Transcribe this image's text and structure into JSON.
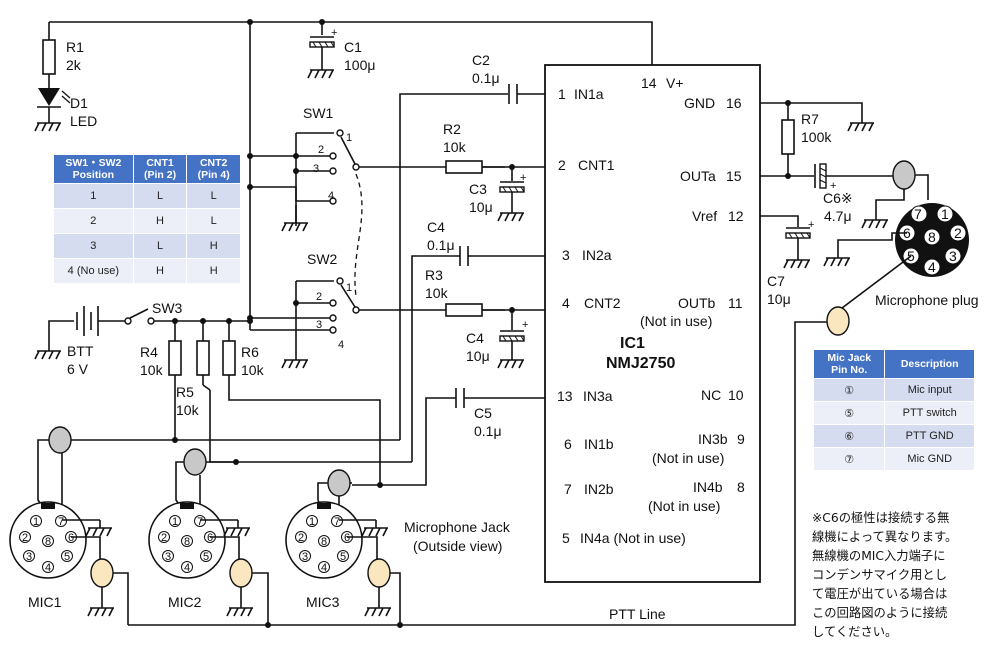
{
  "components": {
    "r1": {
      "name": "R1",
      "value": "2k"
    },
    "d1": {
      "name": "D1",
      "value": "LED"
    },
    "c1": {
      "name": "C1",
      "value": "100μ"
    },
    "c2": {
      "name": "C2",
      "value": "0.1μ"
    },
    "r2": {
      "name": "R2",
      "value": "10k"
    },
    "c3": {
      "name": "C3",
      "value": "10μ"
    },
    "c4a": {
      "name": "C4",
      "value": "0.1μ"
    },
    "r3": {
      "name": "R3",
      "value": "10k"
    },
    "c4b": {
      "name": "C4",
      "value": "10μ"
    },
    "c5": {
      "name": "C5",
      "value": "0.1μ"
    },
    "r4": {
      "name": "R4",
      "value": "10k"
    },
    "r5": {
      "name": "R5",
      "value": "10k"
    },
    "r6": {
      "name": "R6",
      "value": "10k"
    },
    "r7": {
      "name": "R7",
      "value": "100k"
    },
    "c6": {
      "name": "C6※",
      "value": "4.7μ"
    },
    "c7": {
      "name": "C7",
      "value": "10μ"
    },
    "btt": {
      "name": "BTT",
      "value": "6 V"
    },
    "sw1": "SW1",
    "sw2": "SW2",
    "sw3": "SW3"
  },
  "switch_positions": [
    "1",
    "2",
    "3",
    "4"
  ],
  "polarity_plus": "+",
  "ic": {
    "name": "IC1",
    "part": "NMJ2750",
    "pins_left": [
      {
        "num": "1",
        "name": "IN1a"
      },
      {
        "num": "2",
        "name": "CNT1"
      },
      {
        "num": "3",
        "name": "IN2a"
      },
      {
        "num": "4",
        "name": "CNT2"
      },
      {
        "num": "13",
        "name": "IN3a"
      },
      {
        "num": "6",
        "name": "IN1b"
      },
      {
        "num": "7",
        "name": "IN2b"
      },
      {
        "num": "5",
        "name": "IN4a (Not in use)"
      }
    ],
    "pins_right": [
      {
        "num": "14",
        "name": "V+"
      },
      {
        "num": "16",
        "name": "GND"
      },
      {
        "num": "15",
        "name": "OUTa"
      },
      {
        "num": "12",
        "name": "Vref"
      },
      {
        "num": "11",
        "name": "OUTb"
      },
      {
        "num": "10",
        "name": "NC"
      },
      {
        "num": "9",
        "name": "IN3b"
      },
      {
        "num": "8",
        "name": "IN4b"
      }
    ],
    "not_in_use": "(Not in use)"
  },
  "mics": {
    "mic1": "MIC1",
    "mic2": "MIC2",
    "mic3": "MIC3"
  },
  "jack_label": {
    "line1": "Microphone Jack",
    "line2": "(Outside view)"
  },
  "plug_label": "Microphone plug",
  "ptt_line": "PTT Line",
  "socket_pins": [
    "1",
    "2",
    "3",
    "4",
    "5",
    "6",
    "7",
    "8"
  ],
  "switch_table": {
    "headers": [
      [
        "SW1・SW2",
        "Position"
      ],
      [
        "CNT1",
        "(Pin 2)"
      ],
      [
        "CNT2",
        "(Pin 4)"
      ]
    ],
    "rows": [
      [
        "1",
        "L",
        "L"
      ],
      [
        "2",
        "H",
        "L"
      ],
      [
        "3",
        "L",
        "H"
      ],
      [
        "4 (No use)",
        "H",
        "H"
      ]
    ]
  },
  "pin_table": {
    "headers": [
      [
        "Mic Jack",
        "Pin No."
      ],
      [
        "Description",
        ""
      ]
    ],
    "rows": [
      [
        "①",
        "Mic input"
      ],
      [
        "⑤",
        "PTT switch"
      ],
      [
        "⑥",
        "PTT GND"
      ],
      [
        "⑦",
        "Mic GND"
      ]
    ]
  },
  "note": [
    "※C6の極性は接続する無",
    "線機によって異なります。",
    "無線機のMIC入力端子に",
    "コンデンサマイク用とし",
    "て電圧が出ている場合は",
    "この回路図のように接続",
    "してください。"
  ],
  "colors": {
    "table_header": "#4472c4",
    "row_a": "#d6dcef",
    "row_b": "#eceff8",
    "plug_gray": "#c8c8c8",
    "plug_cream": "#fbe7bf"
  }
}
